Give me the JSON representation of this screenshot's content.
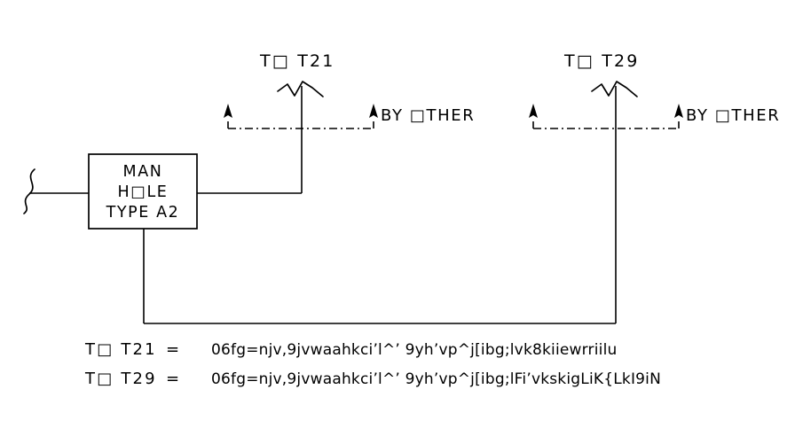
{
  "drawing": {
    "background_color": "#ffffff",
    "line_color": "#000000",
    "risers": [
      {
        "id": "t21",
        "label": "T□ T21",
        "byother_label": "BY □THER",
        "break_icon": "pipe-break-zigzag-icon",
        "dimension_icon": "dimension-line-dashdot-icon"
      },
      {
        "id": "t29",
        "label": "T□ T29",
        "byother_label": "BY □THER",
        "break_icon": "pipe-break-zigzag-icon",
        "dimension_icon": "dimension-line-dashdot-icon"
      }
    ],
    "manhole": {
      "line1": "MAN",
      "line2": "H□LE",
      "line3": "TYPE A2"
    },
    "incoming_break_icon": "pipe-break-squiggle-icon",
    "legend": [
      {
        "key": "T□ T21",
        "equals": "=",
        "value": "06fg=njv,9jvwaahkci’l^’ 9yh’vp^j[ibg;lvk8kiiewrriilu"
      },
      {
        "key": "T□ T29",
        "equals": "=",
        "value": "06fg=njv,9jvwaahkci’l^’ 9yh’vp^j[ibg;lFi’vkskigLiK{LkI9iN"
      }
    ]
  }
}
